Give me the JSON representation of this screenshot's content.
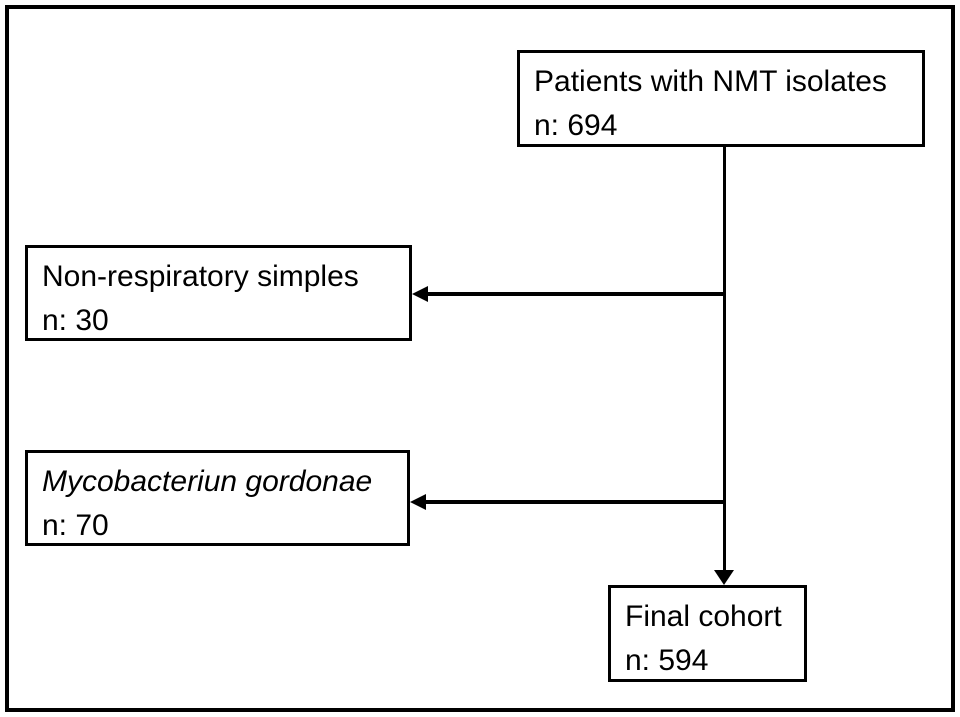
{
  "boxes": {
    "source": {
      "label": "Patients with NMT isolates",
      "count": "n: 694"
    },
    "non_respiratory": {
      "label": "Non-respiratory simples",
      "count": "n: 30"
    },
    "gordonae": {
      "label": "Mycobacteriun gordonae",
      "count": "n: 70"
    },
    "final": {
      "label": "Final cohort",
      "count": "n: 594"
    }
  },
  "colors": {
    "line": "#000000",
    "text": "#000000",
    "background": "#ffffff"
  }
}
